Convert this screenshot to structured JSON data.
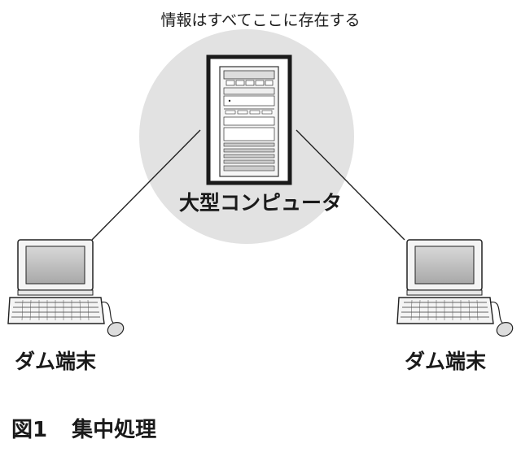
{
  "top_caption": "情報はすべてここに存在する",
  "mainframe": {
    "label": "大型コンピュータ"
  },
  "terminals": [
    {
      "label": "ダム端末"
    },
    {
      "label": "ダム端末"
    }
  ],
  "figure": {
    "number": "図1",
    "title": "集中処理"
  }
}
